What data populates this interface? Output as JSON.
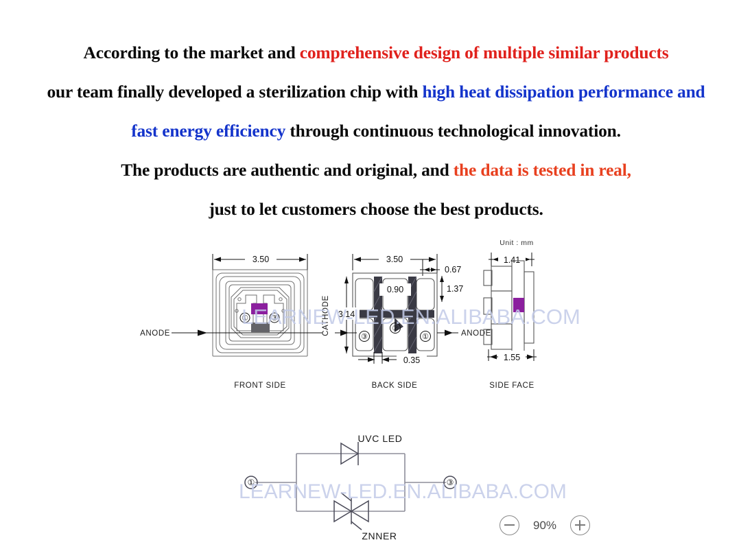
{
  "headline": {
    "line1": [
      {
        "t": "According to the market and ",
        "c": "black"
      },
      {
        "t": "comprehensive design of multiple similar products",
        "c": "red"
      }
    ],
    "line2": [
      {
        "t": "our team finally developed a sterilization chip with ",
        "c": "black"
      },
      {
        "t": "high heat dissipation performance and",
        "c": "blue"
      }
    ],
    "line3": [
      {
        "t": "fast energy efficiency",
        "c": "blue"
      },
      {
        "t": " through continuous technological innovation.",
        "c": "black"
      }
    ],
    "line4": [
      {
        "t": "The products are authentic and original, and ",
        "c": "black"
      },
      {
        "t": "the data is tested in real,",
        "c": "orange"
      }
    ],
    "line5": [
      {
        "t": "just to let customers choose the best products.",
        "c": "black"
      }
    ]
  },
  "colors": {
    "red": "#e0211c",
    "blue": "#1434cb",
    "orange": "#e8401f",
    "black": "#0a0a0a",
    "watermark": "#c3cbe8",
    "die_purple": "#8b1f9e",
    "pad_dark": "#3a3a44"
  },
  "drawing": {
    "unit_label": "Unit : mm",
    "front": {
      "caption": "FRONT SIDE",
      "width_dim": "3.50",
      "left_label": "ANODE",
      "pin_a": "①",
      "pin_b": "③"
    },
    "back": {
      "caption": "BACK SIDE",
      "width_dim": "3.50",
      "height_dim": "3.14",
      "inner_dim": "0.90",
      "right_top_dim": "0.67",
      "right_dim": "1.37",
      "bottom_dim": "0.35",
      "left_label": "CATHODE",
      "right_label": "ANODE",
      "pin_1": "①",
      "pin_2": "②",
      "pin_3": "③"
    },
    "side": {
      "caption": "SIDE FACE",
      "top_dim": "1.41",
      "bottom_dim": "1.55"
    }
  },
  "circuit": {
    "led_label": "UVC LED",
    "zener_label": "ZNNER",
    "terminal_left": "①",
    "terminal_right": "③"
  },
  "watermark": {
    "text": "LEARNEW-LED.EN.ALIBABA.COM"
  },
  "zoom": {
    "level": "90%",
    "minus_label": "−",
    "plus_label": "+"
  }
}
